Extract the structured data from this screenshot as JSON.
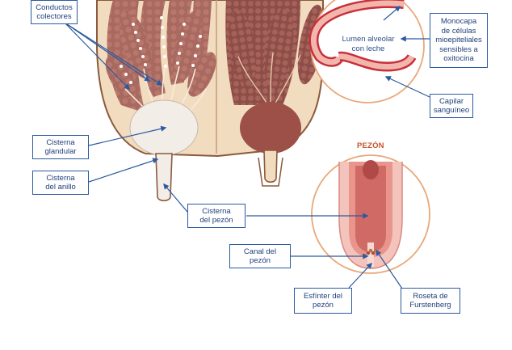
{
  "labels": {
    "conductos_colectores": "Conductos\ncolectores",
    "cisterna_glandular": "Cisterna\nglandular",
    "cisterna_del_anillo": "Cisterna\ndel anillo",
    "cisterna_del_pezon": "Cisterna\ndel pezón",
    "monocapa": "Monocapa\nde células\nmioepiteliales\nsensibles a\noxitocina",
    "capilar_sanguineo": "Capilar\nsanguíneo",
    "canal_del_pezon": "Canal del\npezón",
    "esfinter_del_pezon": "Esfínter del\npezón",
    "roseta_de_furstenberg": "Roseta de\nFurstenberg"
  },
  "lumen_text": "Lumen alveolar\ncon leche",
  "teat_title": "PEZÓN",
  "colors": {
    "tissue_bg": "#f2dcc0",
    "outline": "#8b5a3c",
    "glands": "#b07065",
    "glands_dark": "#8e4e48",
    "milk_cistern": "#f3ede8",
    "blood_cistern": "#9c5048",
    "label_border": "#2c5aa0",
    "label_text": "#1f3f7a",
    "circle_border": "#e8a87a",
    "capillary": "#c8303a",
    "title": "#c5542f"
  }
}
